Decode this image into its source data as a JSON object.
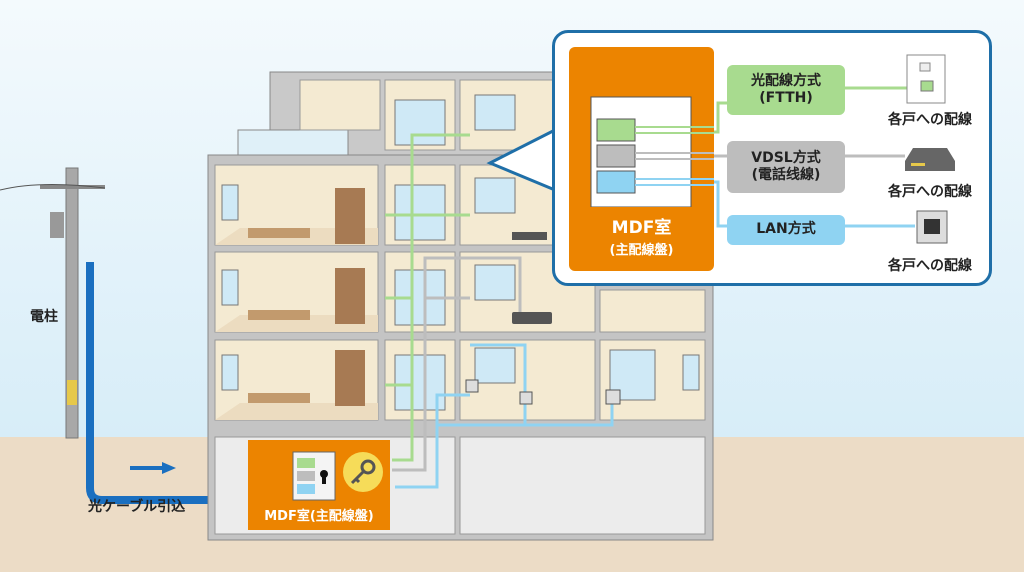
{
  "labels": {
    "pole": "電柱",
    "cable_in": "光ケーブル引込",
    "mdf_room": "MDF室(主配線盤)"
  },
  "callout": {
    "mdf_title": "MDF室",
    "mdf_subtitle": "(主配線盤)",
    "methods": [
      {
        "line1": "光配線方式",
        "line2": "(FTTH)",
        "dest": "各戸への配線",
        "device": "optical-outlet",
        "color": "#a8db8f"
      },
      {
        "line1": "VDSL方式",
        "line2": "(電話线線)",
        "dest": "各戸への配線",
        "device": "vdsl-modem",
        "color": "#bdbdbd"
      },
      {
        "line1": "LAN方式",
        "line2": "",
        "dest": "各戸への配線",
        "device": "lan-port",
        "color": "#8fd3f2"
      }
    ]
  },
  "colors": {
    "orange": "#ec8400",
    "fiber": "#a8db8f",
    "vdsl": "#bdbdbd",
    "lan": "#8fd3f2",
    "cable": "#1a6fc0"
  }
}
